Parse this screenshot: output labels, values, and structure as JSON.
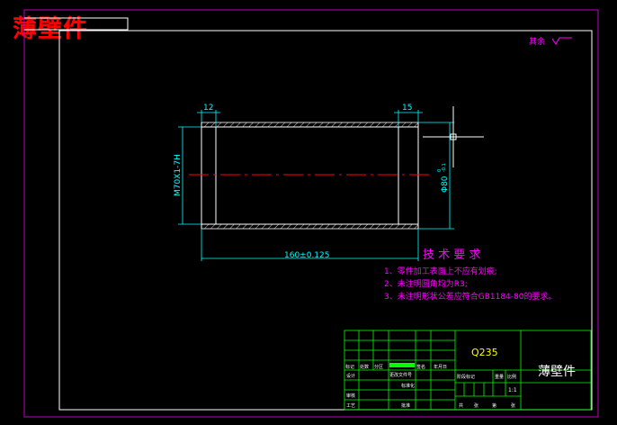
{
  "overlay_title": "薄壁件",
  "roughness_label": "其余",
  "dims": {
    "left_wall": "12",
    "right_wall": "15",
    "length": "160±0.125",
    "thread": "M70X1-7H",
    "outer_dia": "Φ80",
    "outer_tol_up": "0",
    "outer_tol_dn": "-0.1"
  },
  "tech_req": {
    "title": "技 术 要 求",
    "items": [
      "1、零件加工表面上不应有划痕;",
      "2、未注明圆角均为R3;",
      "3、未注明形状公差应符合GB1184-80的要求。"
    ]
  },
  "title_block": {
    "material": "Q235",
    "part_name": "薄壁件",
    "row_labels": [
      "标记",
      "处数",
      "分区",
      "更改文件号",
      "签名",
      "年月日"
    ],
    "left_labels": [
      "设计",
      "审核",
      "工艺"
    ],
    "mid_labels": [
      "标准化",
      "批准"
    ],
    "stage_labels": [
      "阶段标记",
      "重量",
      "比例"
    ],
    "scale": "1:1",
    "sheet_labels": [
      "共",
      "张",
      "第",
      "张"
    ]
  },
  "colors": {
    "border": "#c000c0",
    "frame": "#ffffff",
    "dim": "#00ffff",
    "tech": "#ff00ff",
    "center": "#ff0000",
    "block": "#00ff00",
    "material": "#ffff00"
  }
}
